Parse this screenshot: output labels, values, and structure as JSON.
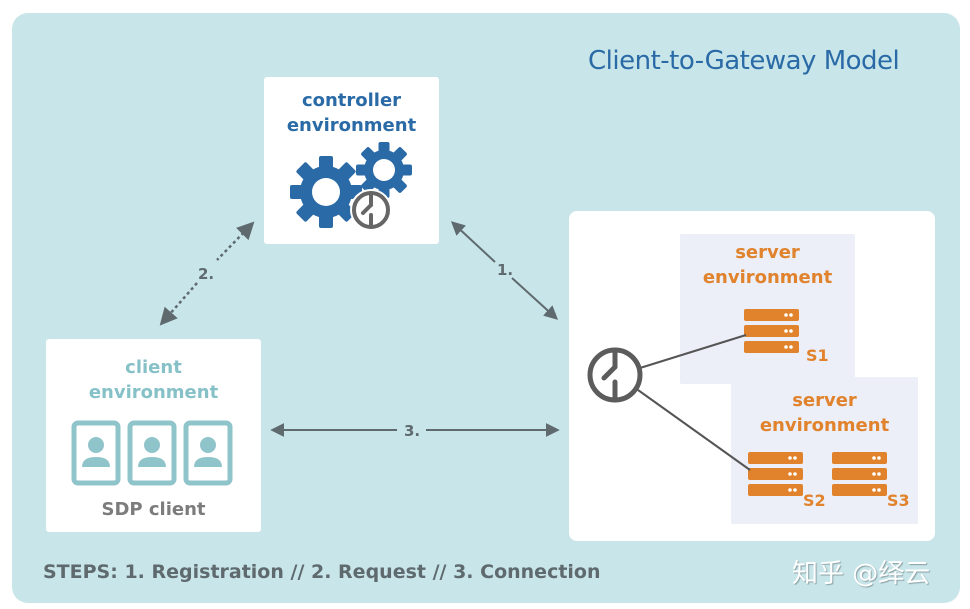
{
  "title": "Client-to-Gateway Model",
  "controller": {
    "label_line1": "controller",
    "label_line2": "environment",
    "icons": [
      "gear-icon",
      "gear-icon",
      "gateway-switch-icon"
    ]
  },
  "client": {
    "label_line1": "client",
    "label_line2": "environment",
    "caption": "SDP client",
    "icons": [
      "user-card-icon",
      "user-card-icon",
      "user-card-icon"
    ]
  },
  "gateway": {
    "icon": "gateway-switch-icon",
    "server_environments": [
      {
        "label_line1": "server",
        "label_line2": "environment",
        "servers": [
          "S1"
        ]
      },
      {
        "label_line1": "server",
        "label_line2": "environment",
        "servers": [
          "S2",
          "S3"
        ]
      }
    ]
  },
  "arrows": {
    "step1": "1.",
    "step2": "2.",
    "step3": "3."
  },
  "colors": {
    "background": "#c8e6ea",
    "controller_blue": "#2a6aa6",
    "client_teal": "#86c1c8",
    "server_orange": "#e0832c",
    "arrow_gray": "#5f6a6e"
  },
  "footer": {
    "steps": "STEPS: 1. Registration // 2. Request // 3. Connection",
    "watermark": "知乎 @绎云"
  }
}
